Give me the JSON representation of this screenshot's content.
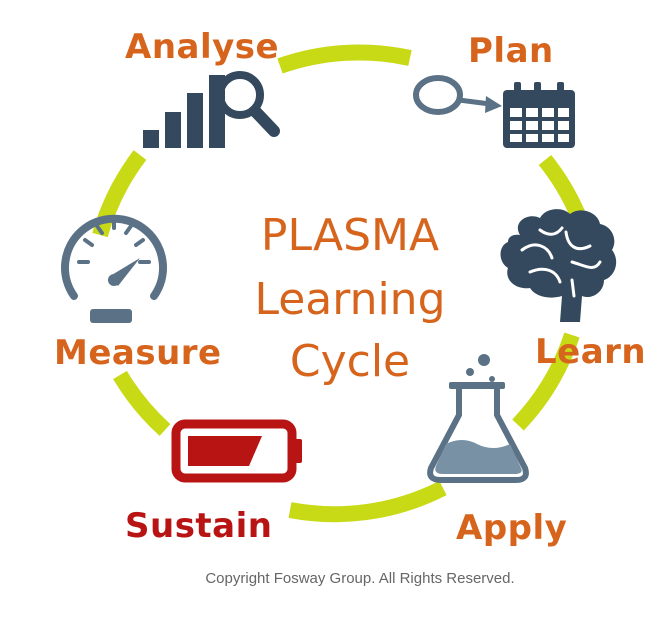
{
  "title_lines": [
    "PLASMA",
    "Learning",
    "Cycle"
  ],
  "stages": [
    {
      "key": "analyse",
      "label": "Analyse",
      "icon": "bar-chart-magnifier-icon"
    },
    {
      "key": "plan",
      "label": "Plan",
      "icon": "calendar-target-icon"
    },
    {
      "key": "learn",
      "label": "Learn",
      "icon": "brain-icon"
    },
    {
      "key": "apply",
      "label": "Apply",
      "icon": "flask-icon"
    },
    {
      "key": "sustain",
      "label": "Sustain",
      "icon": "battery-icon"
    },
    {
      "key": "measure",
      "label": "Measure",
      "icon": "speedometer-icon"
    }
  ],
  "copyright": "Copyright Fosway Group. All Rights Reserved.",
  "colors": {
    "ring": "#c8da16",
    "orange": "#d6641c",
    "red": "#b81414",
    "icon_slate": "#34495e",
    "icon_steel": "#5b7286",
    "flask_liquid": "#7891a5",
    "title": "#d6641c",
    "copyright": "#666666"
  }
}
